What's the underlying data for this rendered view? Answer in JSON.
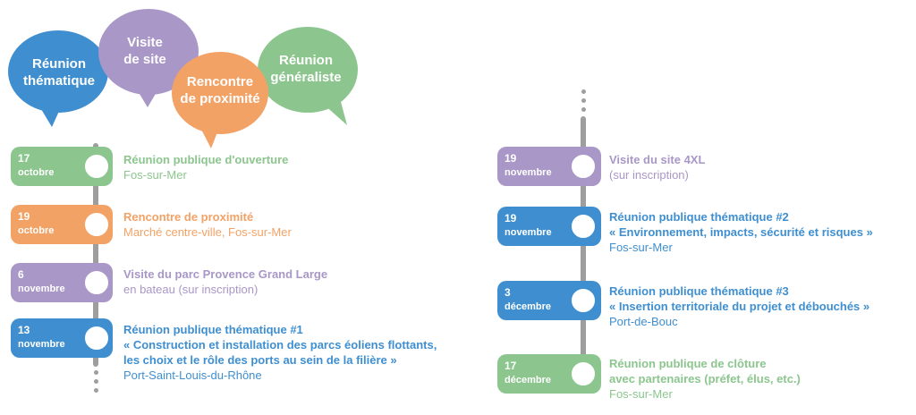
{
  "colors": {
    "green": "#8cc68e",
    "orange": "#f3a266",
    "purple": "#a897c7",
    "blue": "#3f8fd0",
    "line": "#9e9e9e"
  },
  "bubbles": {
    "thematique": "Réunion\nthématique",
    "visite": "Visite\nde site",
    "proximite": "Rencontre\nde proximité",
    "generaliste": "Réunion\ngénéraliste"
  },
  "events": [
    {
      "day": "17",
      "month": "octobre",
      "title": "Réunion publique d'ouverture",
      "sub": "Fos-sur-Mer"
    },
    {
      "day": "19",
      "month": "octobre",
      "title": "Rencontre de proximité",
      "sub": "Marché centre-ville, Fos-sur-Mer"
    },
    {
      "day": "6",
      "month": "novembre",
      "title": "Visite du parc Provence Grand Large",
      "sub": "en bateau (sur inscription)"
    },
    {
      "day": "13",
      "month": "novembre",
      "title": "Réunion publique thématique #1",
      "line2": "« Construction et installation des parcs éoliens flottants,",
      "line3": "les choix et le rôle des ports au sein de la filière »",
      "sub": "Port-Saint-Louis-du-Rhône"
    },
    {
      "day": "19",
      "month": "novembre",
      "title": "Visite du site 4XL",
      "sub": "(sur inscription)"
    },
    {
      "day": "19",
      "month": "novembre",
      "title": "Réunion publique thématique #2",
      "line2": "« Environnement, impacts, sécurité et risques »",
      "sub": "Fos-sur-Mer"
    },
    {
      "day": "3",
      "month": "décembre",
      "title": "Réunion publique thématique #3",
      "line2": "« Insertion territoriale du projet et débouchés »",
      "sub": "Port-de-Bouc"
    },
    {
      "day": "17",
      "month": "décembre",
      "title": "Réunion publique de clôture",
      "line2": "avec partenaires (préfet, élus, etc.)",
      "sub": "Fos-sur-Mer"
    }
  ]
}
